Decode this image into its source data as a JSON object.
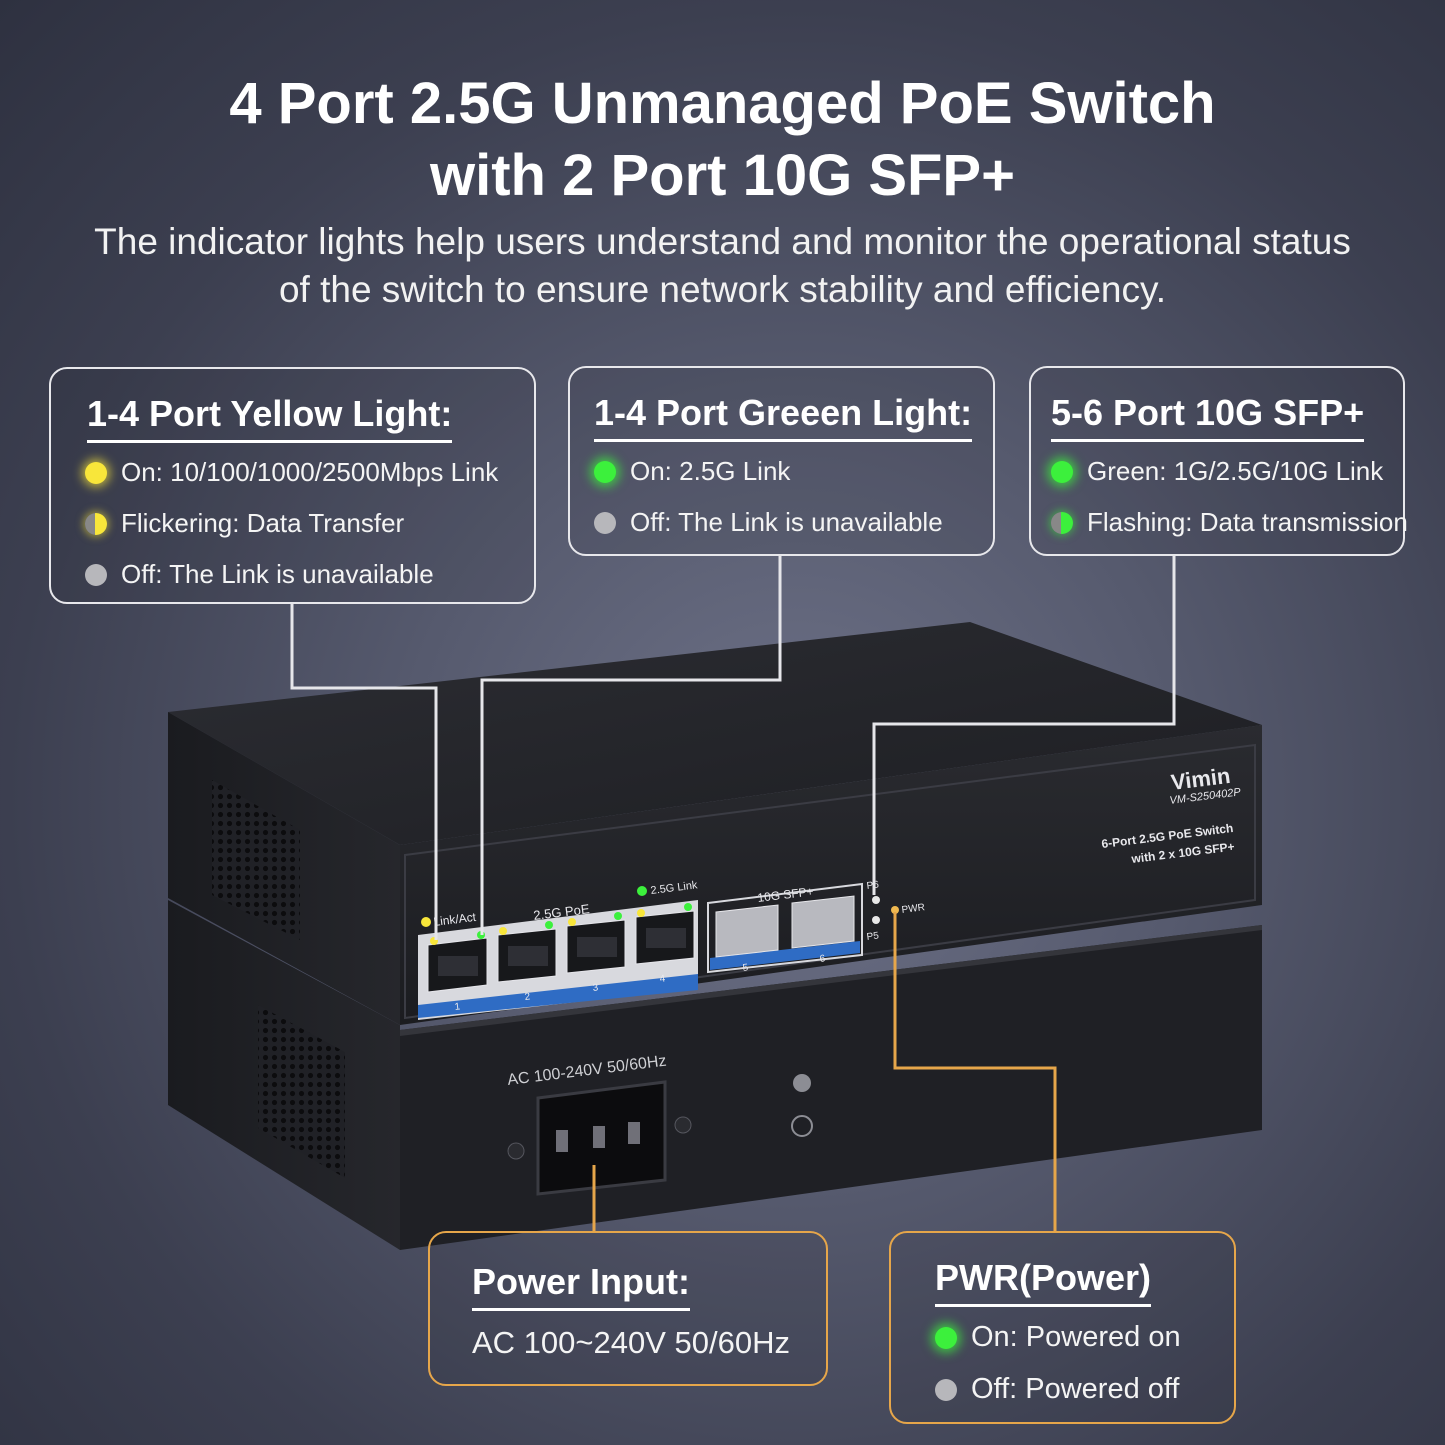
{
  "heading": {
    "line1": "4 Port 2.5G Unmanaged PoE Switch",
    "line2": "with 2 Port 10G SFP+",
    "desc1": "The indicator lights help users understand and monitor the operational status",
    "desc2": "of the switch to ensure network stability and efficiency."
  },
  "callouts": {
    "yellow": {
      "title": "1-4 Port Yellow Light:",
      "items": [
        {
          "state": "yellow-on",
          "text": "On: 10/100/1000/2500Mbps Link"
        },
        {
          "state": "yellow-flicker",
          "text": "Flickering: Data Transfer"
        },
        {
          "state": "off",
          "text": "Off: The Link is unavailable"
        }
      ]
    },
    "green": {
      "title": "1-4 Port Greeen Light:",
      "items": [
        {
          "state": "green-on",
          "text": "On: 2.5G Link"
        },
        {
          "state": "off",
          "text": "Off: The Link is unavailable"
        }
      ]
    },
    "sfp": {
      "title": "5-6 Port 10G SFP+",
      "items": [
        {
          "state": "green-on",
          "text": "Green: 1G/2.5G/10G Link"
        },
        {
          "state": "green-flash",
          "text": "Flashing: Data transmission"
        }
      ]
    },
    "power_input": {
      "title": "Power Input:",
      "text": "AC 100~240V 50/60Hz"
    },
    "pwr": {
      "title": "PWR(Power)",
      "items": [
        {
          "state": "green-on",
          "text": "On: Powered on"
        },
        {
          "state": "off",
          "text": "Off: Powered off"
        }
      ]
    }
  },
  "device": {
    "brand": "Vimin",
    "model": "VM-S250402P",
    "desc1": "6-Port 2.5G PoE Switch",
    "desc2": "with 2 x 10G SFP+",
    "link_act": "Link/Act",
    "poe_label": "2.5G PoE",
    "link_label": "2.5G Link",
    "sfp_label": "10G SFP+",
    "pwr_label": "PWR",
    "p6": "P6",
    "p5": "P5",
    "ports": [
      "1",
      "2",
      "3",
      "4"
    ],
    "sfp_ports": [
      "5",
      "6"
    ],
    "ac_label": "AC 100-240V 50/60Hz"
  },
  "colors": {
    "yellow_led": "#f8e63a",
    "green_led": "#3cf03c",
    "off_led": "#b7b7bb",
    "callout_border": "#e8e8ec",
    "power_callout_border": "#e6a64a",
    "port_strip": "#2f6cc4"
  }
}
